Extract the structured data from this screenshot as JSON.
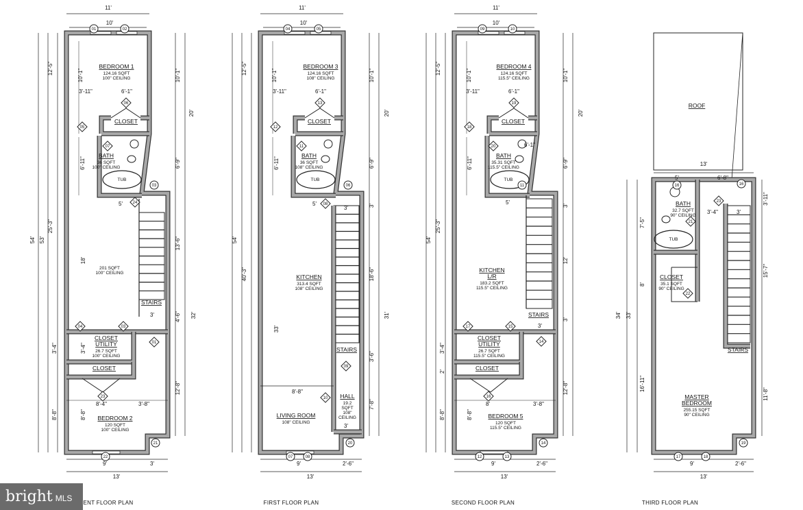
{
  "logo": {
    "brand": "bright",
    "suffix": "MLS"
  },
  "plans": [
    {
      "title": "ENT FLOOR PLAN",
      "rooms": [
        {
          "name": [
            "BEDROOM 1"
          ],
          "lines": [
            "124.16 SQFT",
            "100\" CEILING"
          ]
        },
        {
          "name": [
            "CLOSET"
          ],
          "lines": []
        },
        {
          "name": [
            "BATH"
          ],
          "lines": [
            "36 SQFT",
            "100\" CEILING"
          ]
        },
        {
          "name": [],
          "lines": [
            "TUB"
          ]
        },
        {
          "name": [],
          "lines": [
            "201 SQFT",
            "100\" CEILING"
          ]
        },
        {
          "name": [
            "STAIRS"
          ],
          "lines": []
        },
        {
          "name": [
            "CLOSET",
            "UTILITY"
          ],
          "lines": [
            "26.7 SQFT",
            "100\" CEILING"
          ]
        },
        {
          "name": [
            "CLOSET"
          ],
          "lines": []
        },
        {
          "name": [
            "BEDROOM 2"
          ],
          "lines": [
            "120 SQFT",
            "100\" CEILING"
          ]
        }
      ],
      "dims": [
        "11'",
        "10'",
        "12'-5\"",
        "25'-3\"",
        "54'",
        "53'",
        "10'-1\"",
        "10'-1\"",
        "20'",
        "3'-11\"",
        "6'-1\"",
        "6'-11\"",
        "6'-9\"",
        "5'",
        "18'",
        "13'-6\"",
        "32'",
        "4'-6\"",
        "3'",
        "3'-4\"",
        "3'-4\"",
        "12'-8\"",
        "8'-4\"",
        "3'-8\"",
        "8'-8\"",
        "8'-8\"",
        "9'",
        "3'",
        "13'"
      ],
      "tags": [
        "01",
        "02",
        "06",
        "05",
        "07",
        "03",
        "24",
        "04",
        "03",
        "01",
        "23",
        "22",
        "21"
      ]
    },
    {
      "title": "FIRST FLOOR PLAN",
      "rooms": [
        {
          "name": [
            "BEDROOM 3"
          ],
          "lines": [
            "124.16 SQFT",
            "108\" CEILING"
          ]
        },
        {
          "name": [
            "CLOSET"
          ],
          "lines": []
        },
        {
          "name": [
            "BATH"
          ],
          "lines": [
            "36 SQFT",
            "108\" CEILING"
          ]
        },
        {
          "name": [],
          "lines": [
            "TUB"
          ]
        },
        {
          "name": [
            "KITCHEN"
          ],
          "lines": [
            "313.4 SQFT",
            "108\" CEILING"
          ]
        },
        {
          "name": [
            "STAIRS"
          ],
          "lines": []
        },
        {
          "name": [
            "HALL"
          ],
          "lines": [
            "19.2",
            "SQFT",
            "108\"",
            "CEILING"
          ]
        },
        {
          "name": [
            "LIVING ROOM"
          ],
          "lines": [
            "108\" CEILING"
          ]
        }
      ],
      "dims": [
        "11'",
        "10'",
        "12'-5\"",
        "40'-3\"",
        "54'",
        "10'-1\"",
        "10'-1\"",
        "20'",
        "3'-11\"",
        "6'-1\"",
        "6'-11\"",
        "6'-9\"",
        "5'",
        "3'",
        "3'",
        "33'",
        "18'-6\"",
        "31'",
        "3'-6\"",
        "8'-8\"",
        "7'-8\"",
        "3'",
        "9'",
        "2'-6\"",
        "13'"
      ],
      "tags": [
        "04",
        "05",
        "13",
        "12",
        "11",
        "06",
        "08",
        "09",
        "10",
        "07",
        "08",
        "20"
      ]
    },
    {
      "title": "SECOND FLOOR PLAN",
      "rooms": [
        {
          "name": [
            "BEDROOM 4"
          ],
          "lines": [
            "124.16 SQFT",
            "115.5\" CEILING"
          ]
        },
        {
          "name": [
            "CLOSET"
          ],
          "lines": []
        },
        {
          "name": [
            "BATH"
          ],
          "lines": [
            "35.31 SQFT",
            "115.5\" CEILING"
          ]
        },
        {
          "name": [],
          "lines": [
            "TUB"
          ]
        },
        {
          "name": [
            "KITCHEN",
            "L/R"
          ],
          "lines": [
            "183.2 SQFT",
            "115.5\" CEILING"
          ]
        },
        {
          "name": [
            "STAIRS"
          ],
          "lines": []
        },
        {
          "name": [
            "CLOSET",
            "UTILITY"
          ],
          "lines": [
            "26.7 SQFT",
            "115.5\" CEILING"
          ]
        },
        {
          "name": [
            "CLOSET"
          ],
          "lines": []
        },
        {
          "name": [
            "BEDROOM 5"
          ],
          "lines": [
            "120 SQFT",
            "115.5\" CEILING"
          ]
        }
      ],
      "dims": [
        "11'",
        "10'",
        "12'-5\"",
        "25'-3\"",
        "54'",
        "10'-1\"",
        "10'-1\"",
        "20'",
        "3'-11\"",
        "6'-1\"",
        "6'-1\"",
        "6'-11\"",
        "6'-9\"",
        "5'",
        "3'",
        "12'",
        "3'",
        "3'",
        "3'-4\"",
        "12'-8\"",
        "2'",
        "8'",
        "3'-8\"",
        "8'-8\"",
        "8'-8\"",
        "9'",
        "2'-6\"",
        "13'"
      ],
      "tags": [
        "09",
        "10",
        "19",
        "18",
        "20",
        "11",
        "17",
        "15",
        "14",
        "16",
        "12",
        "13",
        "14"
      ]
    },
    {
      "title": "THIRD FLOOR PLAN",
      "rooms": [
        {
          "name": [
            "ROOF"
          ],
          "lines": []
        },
        {
          "name": [
            "BATH"
          ],
          "lines": [
            "32.7 SQFT",
            "90\" CEILING"
          ]
        },
        {
          "name": [],
          "lines": [
            "TUB"
          ]
        },
        {
          "name": [
            "CLOSET"
          ],
          "lines": [
            "35.1 SQFT",
            "90\" CEILING"
          ]
        },
        {
          "name": [
            "STAIRS"
          ],
          "lines": []
        },
        {
          "name": [
            "MASTER",
            "BEDROOM"
          ],
          "lines": [
            "255.15 SQFT",
            "90\" CEILING"
          ]
        }
      ],
      "dims": [
        "13'",
        "5'",
        "6'-8\"",
        "3'-11\"",
        "3'-4\"",
        "3'",
        "7'-5\"",
        "8'",
        "15'-7\"",
        "34'",
        "33'",
        "16'-11\"",
        "11'-8\"",
        "9'",
        "2'-6\"",
        "13'"
      ],
      "tags": [
        "16",
        "16",
        "23",
        "21",
        "22",
        "17",
        "18",
        "19"
      ]
    }
  ],
  "colors": {
    "wall_fill": "#a8a8a8",
    "wall_edge": "#333333",
    "logo_bg": "#6b6b6b"
  }
}
